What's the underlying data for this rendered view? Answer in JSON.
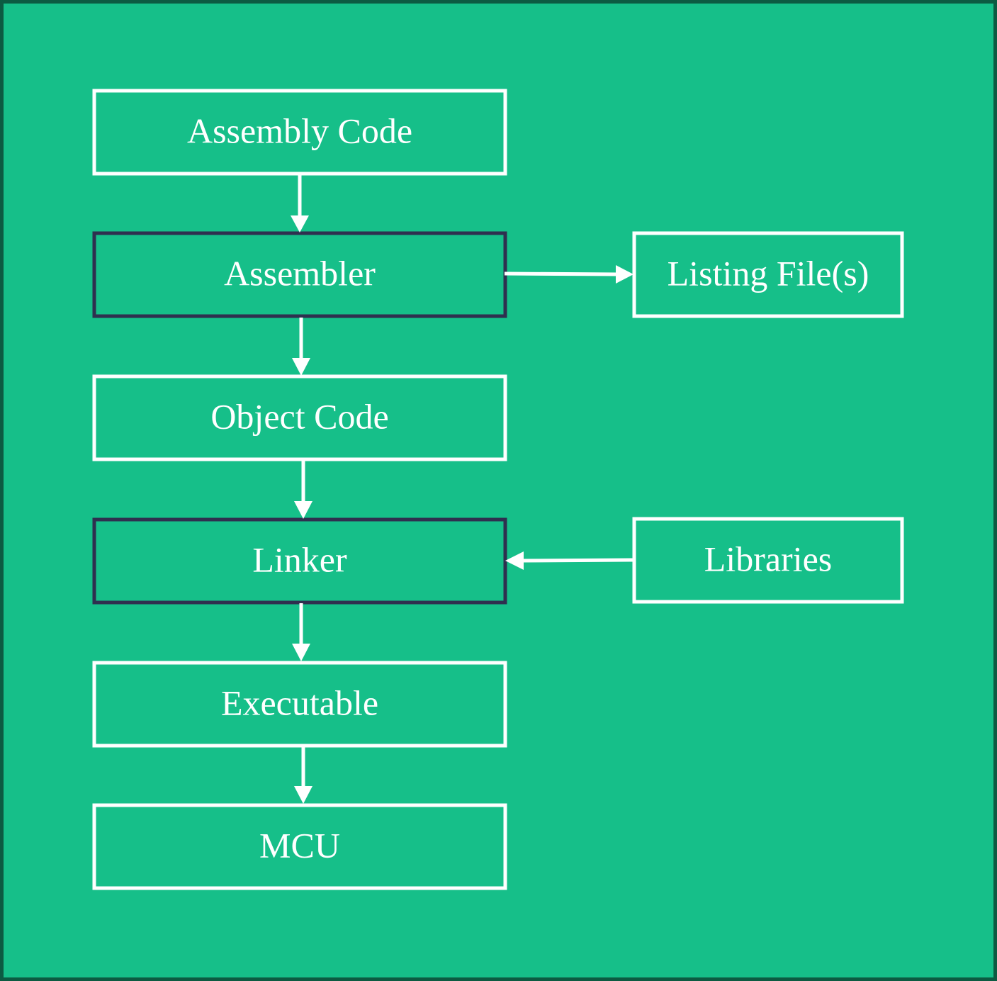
{
  "colors": {
    "background": "#16bf89",
    "frame_border": "#0c5b42",
    "box_border_white": "#ffffff",
    "box_border_dark": "#2f2f4f",
    "arrow": "#ffffff",
    "text": "#ffffff"
  },
  "diagram": {
    "nodes": {
      "assembly_code": "Assembly Code",
      "assembler": "Assembler",
      "listing_files": "Listing File(s)",
      "object_code": "Object Code",
      "linker": "Linker",
      "libraries": "Libraries",
      "executable": "Executable",
      "mcu": "MCU"
    }
  }
}
